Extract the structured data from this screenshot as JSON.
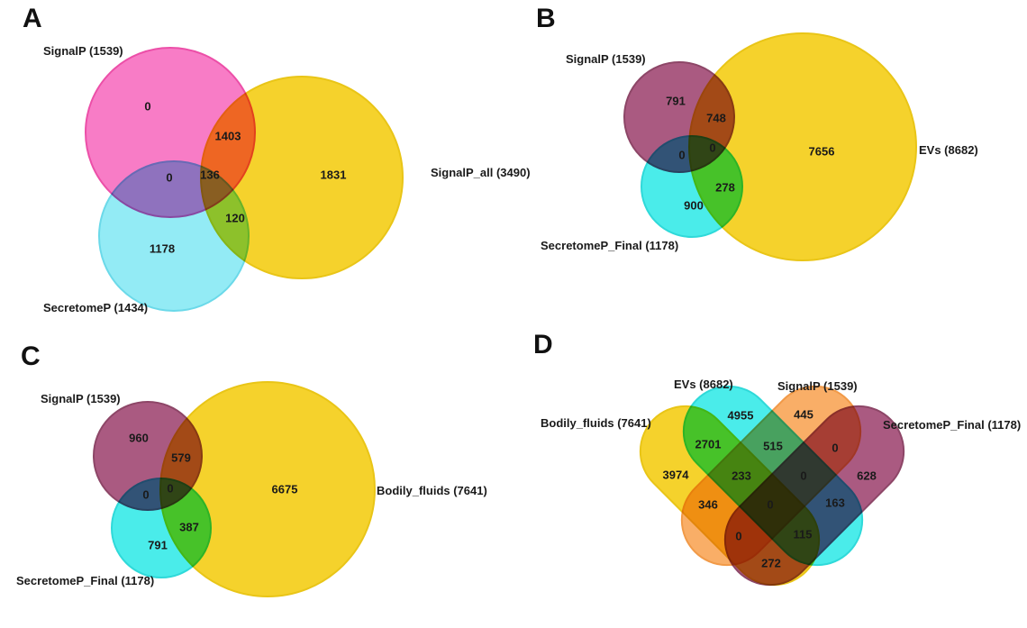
{
  "background_color": "#ffffff",
  "text_color": "#1a1a1a",
  "chart_data": [
    {
      "panel": "A",
      "type": "venn",
      "sets": [
        {
          "name": "SignalP",
          "size": 1539,
          "label": "SignalP (1539)",
          "color": "#F87CC6",
          "border": "#EC4FA8"
        },
        {
          "name": "SignalP_all",
          "size": 3490,
          "label": "SignalP_all (3490)",
          "color": "#F5D22C",
          "border": "#E9C517"
        },
        {
          "name": "SecretomeP",
          "size": 1434,
          "label": "SecretomeP (1434)",
          "color": "#93EBF5",
          "border": "#6BD9E9"
        }
      ],
      "regions": [
        {
          "sets": [
            "SignalP"
          ],
          "value": 0
        },
        {
          "sets": [
            "SignalP",
            "SignalP_all"
          ],
          "value": 1403
        },
        {
          "sets": [
            "SignalP",
            "SecretomeP"
          ],
          "value": 0
        },
        {
          "sets": [
            "SignalP",
            "SignalP_all",
            "SecretomeP"
          ],
          "value": 136
        },
        {
          "sets": [
            "SignalP_all"
          ],
          "value": 1831
        },
        {
          "sets": [
            "SignalP_all",
            "SecretomeP"
          ],
          "value": 120
        },
        {
          "sets": [
            "SecretomeP"
          ],
          "value": 1178
        }
      ]
    },
    {
      "panel": "B",
      "type": "venn",
      "sets": [
        {
          "name": "SignalP",
          "size": 1539,
          "label": "SignalP (1539)",
          "color": "#AA5A81",
          "border": "#8D4667"
        },
        {
          "name": "EVs",
          "size": 8682,
          "label": "EVs (8682)",
          "color": "#F5D22C",
          "border": "#E9C517"
        },
        {
          "name": "SecretomeP_Final",
          "size": 1178,
          "label": "SecretomeP_Final (1178)",
          "color": "#4AECEA",
          "border": "#2FD9D9"
        }
      ],
      "regions": [
        {
          "sets": [
            "SignalP"
          ],
          "value": 791
        },
        {
          "sets": [
            "SignalP",
            "EVs"
          ],
          "value": 748
        },
        {
          "sets": [
            "SignalP",
            "SecretomeP_Final"
          ],
          "value": 0
        },
        {
          "sets": [
            "SignalP",
            "EVs",
            "SecretomeP_Final"
          ],
          "value": 0
        },
        {
          "sets": [
            "EVs"
          ],
          "value": 7656
        },
        {
          "sets": [
            "EVs",
            "SecretomeP_Final"
          ],
          "value": 278
        },
        {
          "sets": [
            "SecretomeP_Final"
          ],
          "value": 900
        }
      ]
    },
    {
      "panel": "C",
      "type": "venn",
      "sets": [
        {
          "name": "SignalP",
          "size": 1539,
          "label": "SignalP (1539)",
          "color": "#AA5A81",
          "border": "#8D4667"
        },
        {
          "name": "Bodily_fluids",
          "size": 7641,
          "label": "Bodily_fluids (7641)",
          "color": "#F5D22C",
          "border": "#E9C517"
        },
        {
          "name": "SecretomeP_Final",
          "size": 1178,
          "label": "SecretomeP_Final (1178)",
          "color": "#4AECEA",
          "border": "#2FD9D9"
        }
      ],
      "regions": [
        {
          "sets": [
            "SignalP"
          ],
          "value": 960
        },
        {
          "sets": [
            "SignalP",
            "Bodily_fluids"
          ],
          "value": 579
        },
        {
          "sets": [
            "SignalP",
            "SecretomeP_Final"
          ],
          "value": 0
        },
        {
          "sets": [
            "SignalP",
            "Bodily_fluids",
            "SecretomeP_Final"
          ],
          "value": 0
        },
        {
          "sets": [
            "Bodily_fluids"
          ],
          "value": 6675
        },
        {
          "sets": [
            "Bodily_fluids",
            "SecretomeP_Final"
          ],
          "value": 387
        },
        {
          "sets": [
            "SecretomeP_Final"
          ],
          "value": 791
        }
      ]
    },
    {
      "panel": "D",
      "type": "venn",
      "sets": [
        {
          "name": "Bodily_fluids",
          "size": 7641,
          "label": "Bodily_fluids (7641)",
          "color": "#F5D22C",
          "border": "#E9C517"
        },
        {
          "name": "EVs",
          "size": 8682,
          "label": "EVs (8682)",
          "color": "#4AECEA",
          "border": "#2FD9D9"
        },
        {
          "name": "SignalP",
          "size": 1539,
          "label": "SignalP (1539)",
          "color": "#F9AE67",
          "border": "#F19A48"
        },
        {
          "name": "SecretomeP_Final",
          "size": 1178,
          "label": "SecretomeP_Final (1178)",
          "color": "#AA5A81",
          "border": "#8D4667"
        }
      ],
      "regions": [
        {
          "sets": [
            "EVs"
          ],
          "value": 4955
        },
        {
          "sets": [
            "SignalP"
          ],
          "value": 445
        },
        {
          "sets": [
            "Bodily_fluids",
            "EVs"
          ],
          "value": 2701
        },
        {
          "sets": [
            "EVs",
            "SignalP"
          ],
          "value": 515
        },
        {
          "sets": [
            "SignalP",
            "SecretomeP_Final"
          ],
          "value": 0
        },
        {
          "sets": [
            "Bodily_fluids"
          ],
          "value": 3974
        },
        {
          "sets": [
            "Bodily_fluids",
            "EVs",
            "SignalP"
          ],
          "value": 233
        },
        {
          "sets": [
            "EVs",
            "SignalP",
            "SecretomeP_Final"
          ],
          "value": 0
        },
        {
          "sets": [
            "SecretomeP_Final"
          ],
          "value": 628
        },
        {
          "sets": [
            "Bodily_fluids",
            "SignalP"
          ],
          "value": 346
        },
        {
          "sets": [
            "Bodily_fluids",
            "EVs",
            "SignalP",
            "SecretomeP_Final"
          ],
          "value": 0
        },
        {
          "sets": [
            "EVs",
            "SecretomeP_Final"
          ],
          "value": 163
        },
        {
          "sets": [
            "Bodily_fluids",
            "SignalP",
            "SecretomeP_Final"
          ],
          "value": 0
        },
        {
          "sets": [
            "Bodily_fluids",
            "EVs",
            "SecretomeP_Final"
          ],
          "value": 115
        },
        {
          "sets": [
            "Bodily_fluids",
            "SecretomeP_Final"
          ],
          "value": 272
        }
      ]
    }
  ]
}
